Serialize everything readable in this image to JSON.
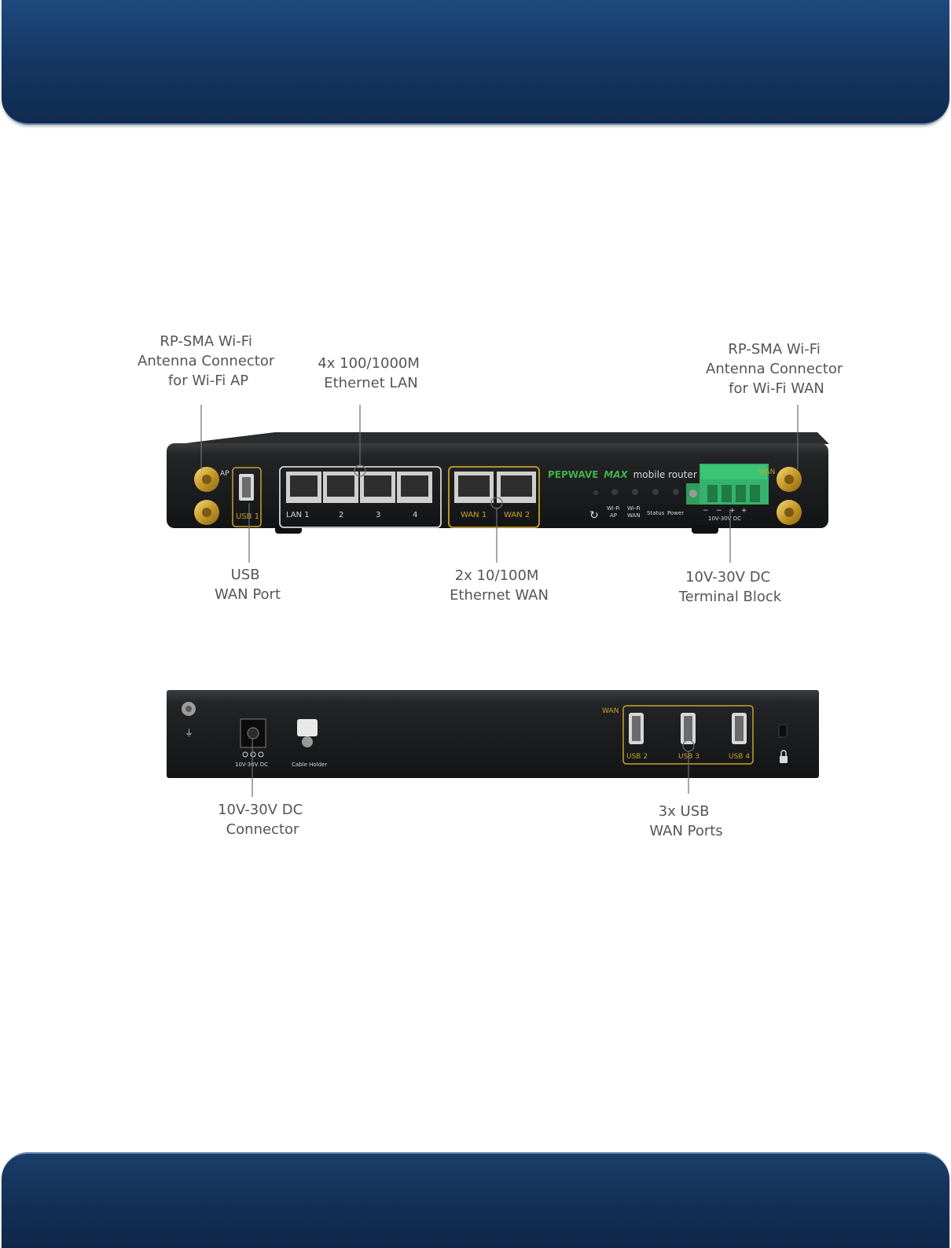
{
  "callouts": {
    "wifi_ap": [
      "RP-SMA Wi-Fi",
      "Antenna Connector",
      "for Wi-Fi AP"
    ],
    "lan": [
      "4x 100/1000M",
      "Ethernet LAN"
    ],
    "wifi_wan": [
      "RP-SMA Wi-Fi",
      "Antenna Connector",
      "for Wi-Fi WAN"
    ],
    "usb_wan": [
      "USB",
      "WAN Port"
    ],
    "eth_wan": [
      "2x 10/100M",
      "Ethernet WAN"
    ],
    "terminal": [
      "10V-30V DC",
      "Terminal Block"
    ],
    "dc_connector": [
      "10V-30V DC",
      "Connector"
    ],
    "usb_wan_ports": [
      "3x USB",
      "WAN Ports"
    ]
  },
  "front_panel": {
    "ap_label": "AP",
    "wan_label": "WAN",
    "usb_label": "USB 1",
    "lan_labels": [
      "LAN 1",
      "2",
      "3",
      "4"
    ],
    "wan_port_labels": [
      "WAN 1",
      "WAN 2"
    ],
    "brand": "PEPWAVE",
    "model": "MAX",
    "product": "mobile router",
    "leds": [
      "Wi-Fi",
      "AP",
      "Wi-Fi",
      "WAN",
      "Status",
      "Power"
    ],
    "terminal_polarity": [
      "−",
      "−",
      "+",
      "+"
    ],
    "terminal_label": "10V-30V DC"
  },
  "back_panel": {
    "dc_label": "10V-30V DC",
    "cable_holder_label": "Cable Holder",
    "wan_label": "WAN",
    "usb_labels": [
      "USB 2",
      "USB 3",
      "USB 4"
    ]
  }
}
